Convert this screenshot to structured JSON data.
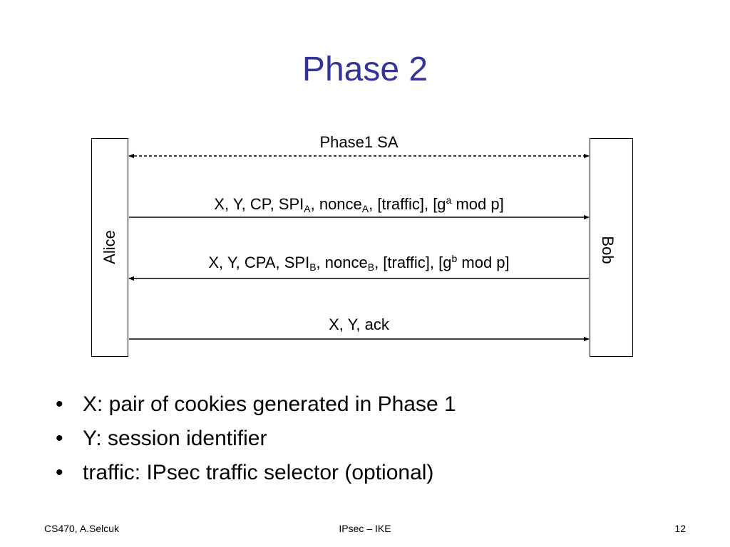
{
  "slide": {
    "title": "Phase 2"
  },
  "diagram": {
    "alice": "Alice",
    "bob": "Bob",
    "messages": {
      "sa": "Phase1 SA",
      "m1": {
        "p1": "X, Y, CP, SPI",
        "sub1": "A",
        "p2": ", nonce",
        "sub2": "A",
        "p3": ", [traffic], [g",
        "sup": "a",
        "p4": " mod p]"
      },
      "m2": {
        "p1": "X, Y, CPA, SPI",
        "sub1": "B",
        "p2": ", nonce",
        "sub2": "B",
        "p3": ", [traffic], [g",
        "sup": "b",
        "p4": " mod p]"
      },
      "m3": "X, Y, ack"
    }
  },
  "bullets": [
    {
      "marker": "•",
      "text": "X: pair of cookies generated in Phase 1"
    },
    {
      "marker": "•",
      "text": "Y: session identifier"
    },
    {
      "marker": "•",
      "text": "traffic: IPsec traffic selector  (optional)"
    }
  ],
  "footer": {
    "left": "CS470, A.Selcuk",
    "center": "IPsec – IKE",
    "right": "12"
  },
  "colors": {
    "title": "#333399",
    "text": "#000000"
  }
}
